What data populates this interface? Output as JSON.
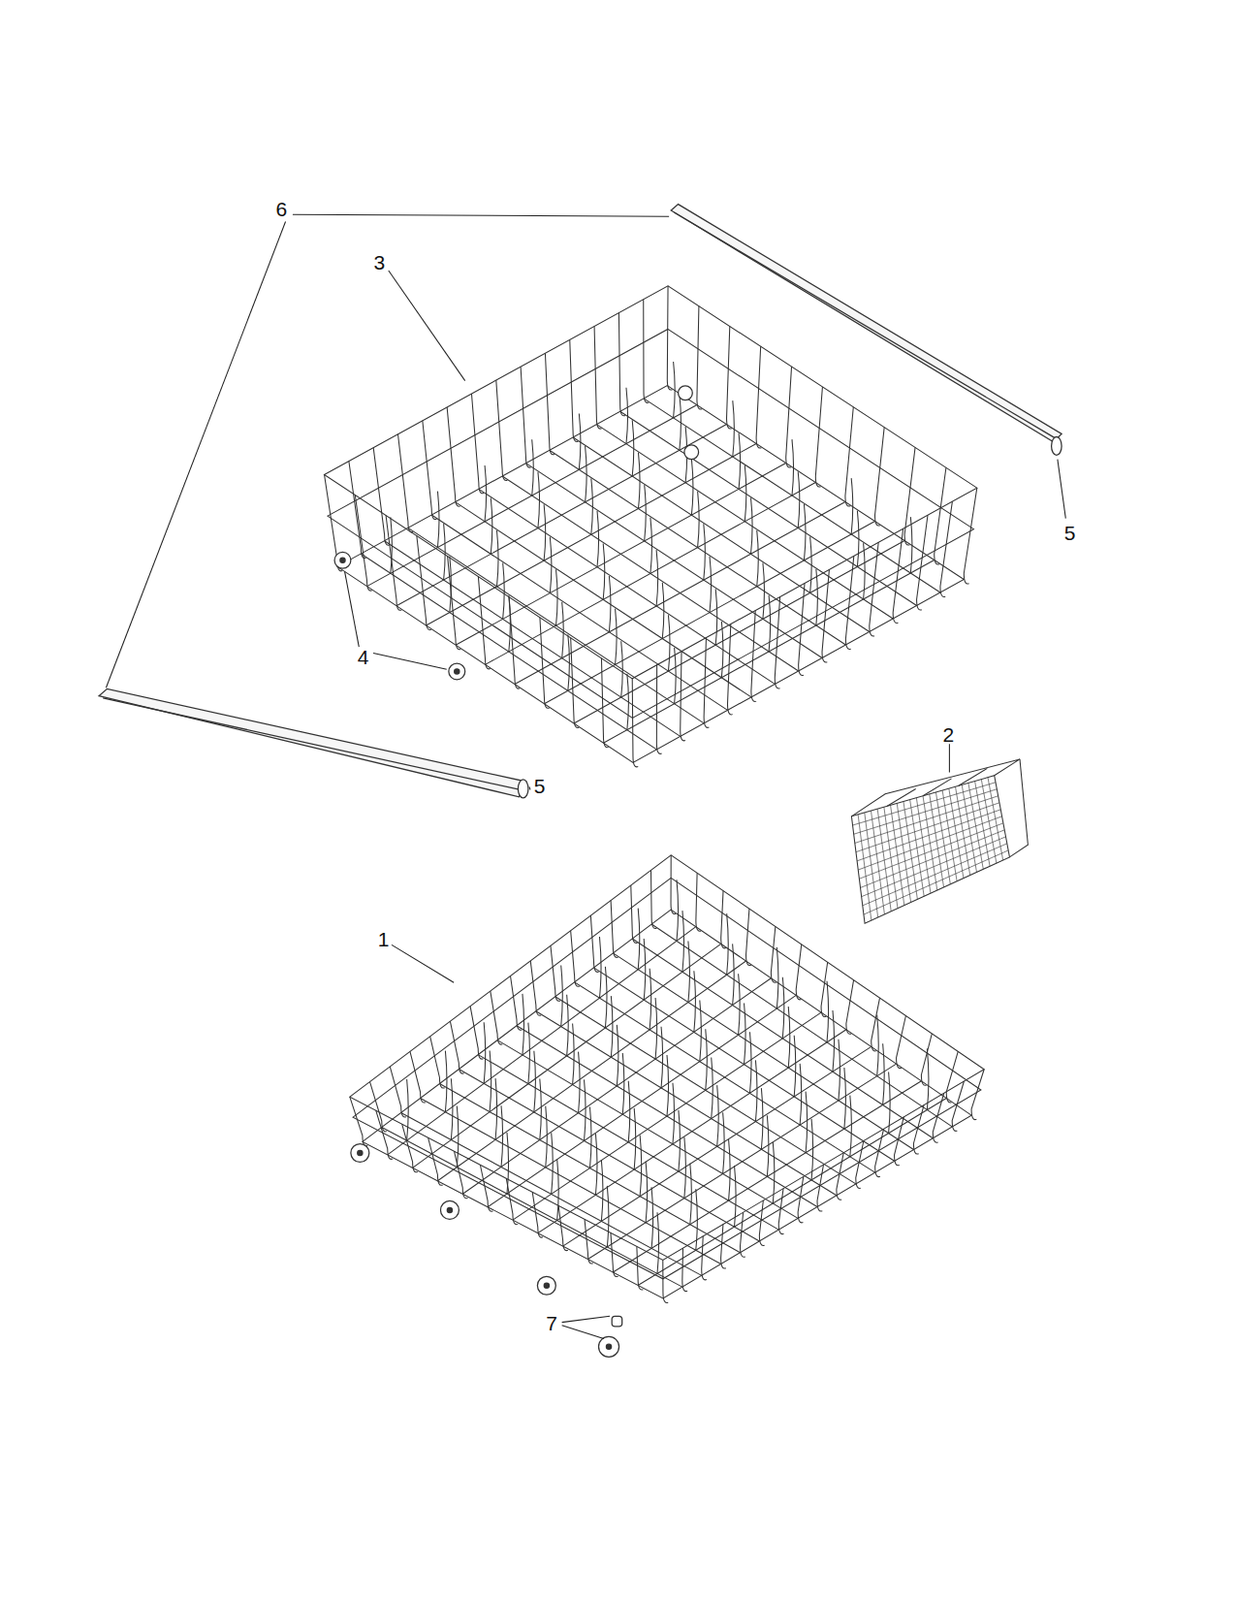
{
  "diagram": {
    "labels": [
      "6",
      "3",
      "5",
      "4",
      "5",
      "2",
      "1",
      "7"
    ]
  }
}
